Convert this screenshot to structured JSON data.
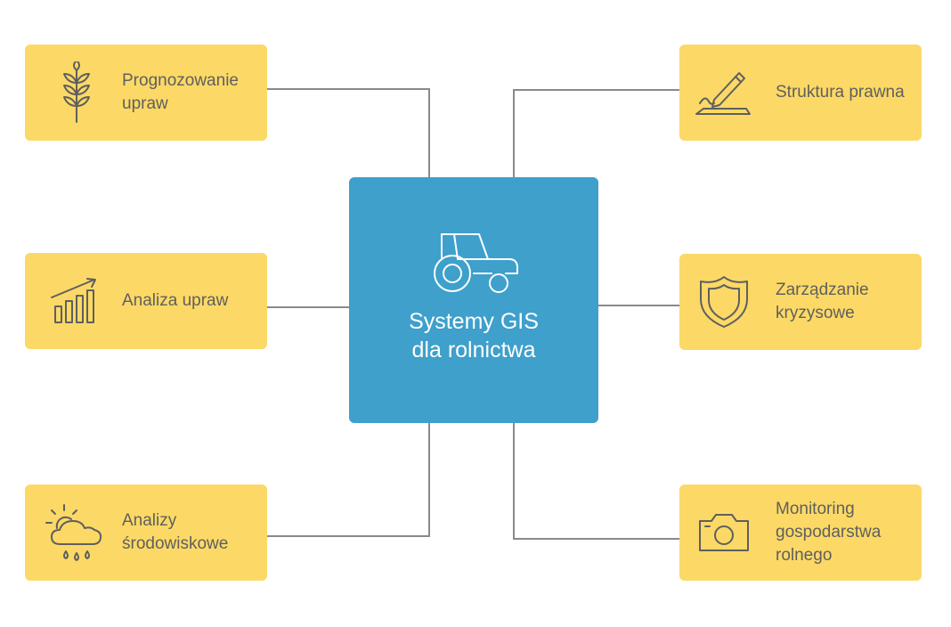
{
  "center": {
    "title": "Systemy GIS\ndla rolnictwa",
    "icon": "tractor-icon"
  },
  "items": [
    {
      "label": "Prognozowanie\nupraw",
      "icon": "wheat-icon"
    },
    {
      "label": "Analiza upraw",
      "icon": "growth-chart-icon"
    },
    {
      "label": "Analizy\nśrodowiskowe",
      "icon": "weather-icon"
    },
    {
      "label": "Struktura prawna",
      "icon": "signature-pen-icon"
    },
    {
      "label": "Zarządzanie\nkryzysowe",
      "icon": "shield-icon"
    },
    {
      "label": "Monitoring\ngospodarstwa\nrolnego",
      "icon": "camera-icon"
    }
  ],
  "colors": {
    "card": "#fcd966",
    "center": "#3ea0cb",
    "connector": "#8a8a8a",
    "card_text": "#5f5f5f",
    "center_text": "#ffffff"
  }
}
